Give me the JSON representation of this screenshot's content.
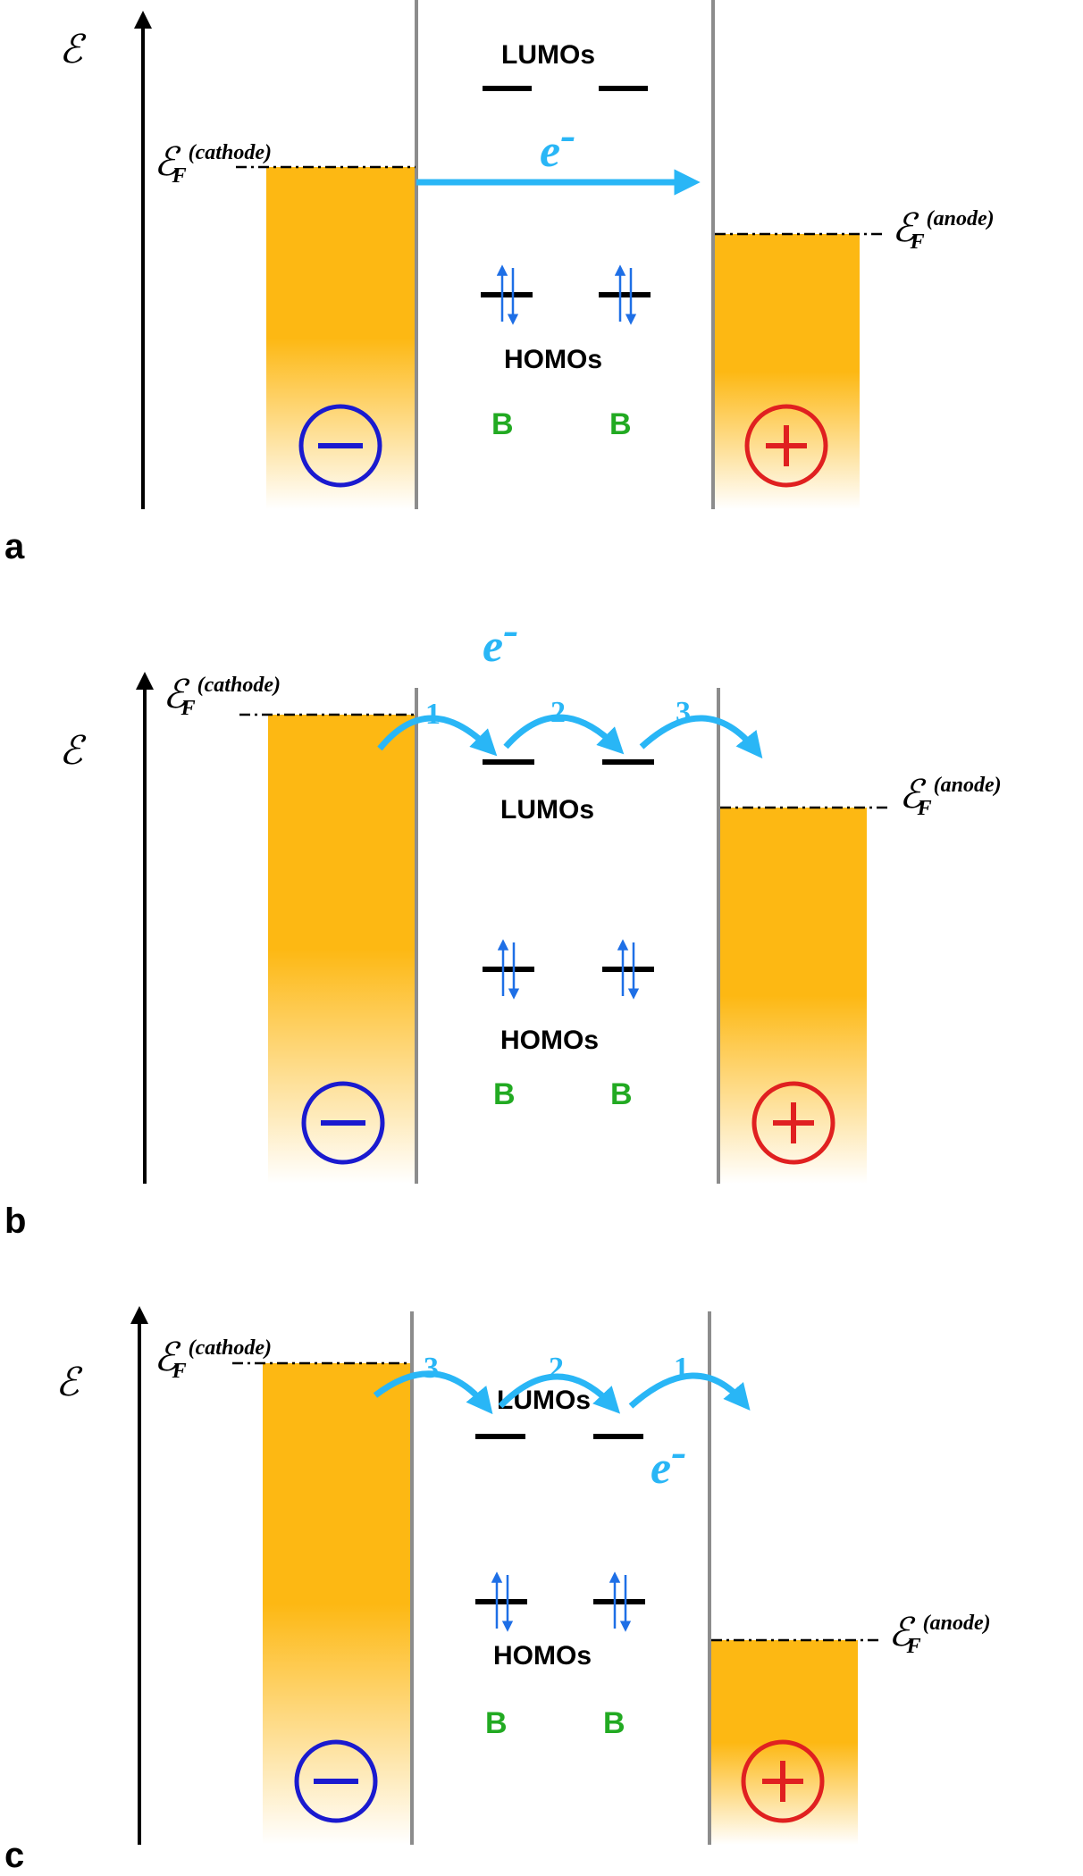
{
  "colors": {
    "electrode": "#FDB813",
    "arrow": "#29B6F6",
    "spin": "#1E6FE6",
    "bridge": "#22AA22",
    "negative": "#1A1ACF",
    "positive": "#E02020",
    "wall": "#8C8C8C"
  },
  "labels": {
    "energy_symbol": "ℰ",
    "fermi_symbol": "ℰ",
    "fermi_subscript": "F",
    "cathode": "(cathode)",
    "anode": "(anode)",
    "lumos": "LUMOs",
    "homos": "HOMOs",
    "bridge": "B",
    "electron": "e",
    "electron_sup": "-",
    "minus_sign": "−",
    "plus_sign": "+"
  },
  "panels": [
    {
      "letter": "a",
      "mechanism": "direct",
      "steps": []
    },
    {
      "letter": "b",
      "mechanism": "lumo-hopping",
      "steps": [
        "1",
        "2",
        "3"
      ]
    },
    {
      "letter": "c",
      "mechanism": "homo-hopping",
      "steps": [
        "3",
        "2",
        "1"
      ]
    }
  ],
  "icons": [
    "energy-axis-arrow-icon",
    "spin-pair-icon",
    "minus-circle-icon",
    "plus-circle-icon",
    "electron-transfer-arrow-icon"
  ]
}
